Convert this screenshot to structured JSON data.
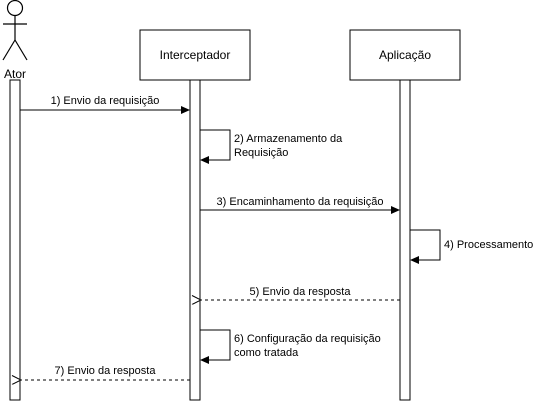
{
  "actor": {
    "label": "Ator"
  },
  "participants": [
    {
      "label": "Interceptador"
    },
    {
      "label": "Aplicação"
    }
  ],
  "messages": [
    {
      "step": "1) Envio da requisição"
    },
    {
      "step_line1": "2) Armazenamento da",
      "step_line2": "Requisição"
    },
    {
      "step": "3) Encaminhamento da requisição"
    },
    {
      "step": "4) Processamento"
    },
    {
      "step": "5) Envio da resposta"
    },
    {
      "step_line1": "6) Configuração da requisição",
      "step_line2": "como tratada"
    },
    {
      "step": "7) Envio da resposta"
    }
  ]
}
